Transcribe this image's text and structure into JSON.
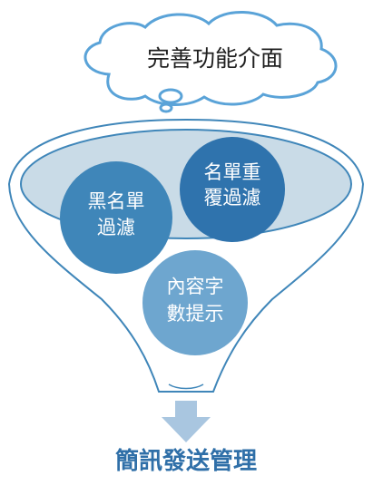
{
  "header": {
    "callout_text": "完善功能介面"
  },
  "circles": [
    {
      "id": "blacklist",
      "lines": [
        "黑名單",
        "過濾"
      ],
      "color": "#3f86b9"
    },
    {
      "id": "duplicate",
      "lines": [
        "名單重",
        "覆過濾"
      ],
      "color": "#2f73ad"
    },
    {
      "id": "charcount",
      "lines": [
        "內容字",
        "數提示"
      ],
      "color": "#6ea6cf"
    }
  ],
  "footer": {
    "title": "簡訊發送管理",
    "title_color": "#2f6fa8"
  },
  "colors": {
    "cloud_stroke": "#5aa3d8",
    "funnel_stroke": "#3f86b9",
    "funnel_ellipse_fill": "#c9dbe7",
    "arrow_fill": "#a9c6e0",
    "text_dark": "#1f1f1f"
  }
}
